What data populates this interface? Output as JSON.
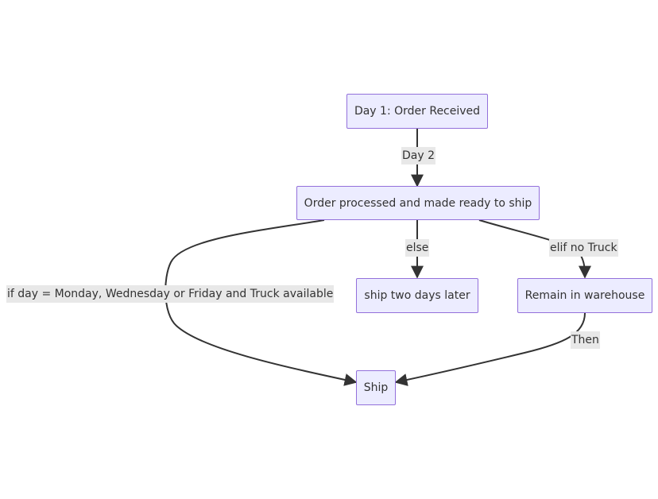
{
  "nodes": {
    "received": "Day 1: Order Received",
    "processed": "Order processed and made ready to ship",
    "two_days": "ship two days later",
    "warehouse": "Remain in warehouse",
    "ship": "Ship"
  },
  "edges": {
    "day2": "Day 2",
    "else": "else",
    "elif": "elif no Truck",
    "if": "if day = Monday, Wednesday or Friday and Truck available",
    "then": "Then"
  },
  "colors": {
    "node_fill": "#ececff",
    "node_stroke": "#9370db",
    "edge_stroke": "#333333",
    "label_bg": "#e8e8e8",
    "text": "#333333"
  }
}
